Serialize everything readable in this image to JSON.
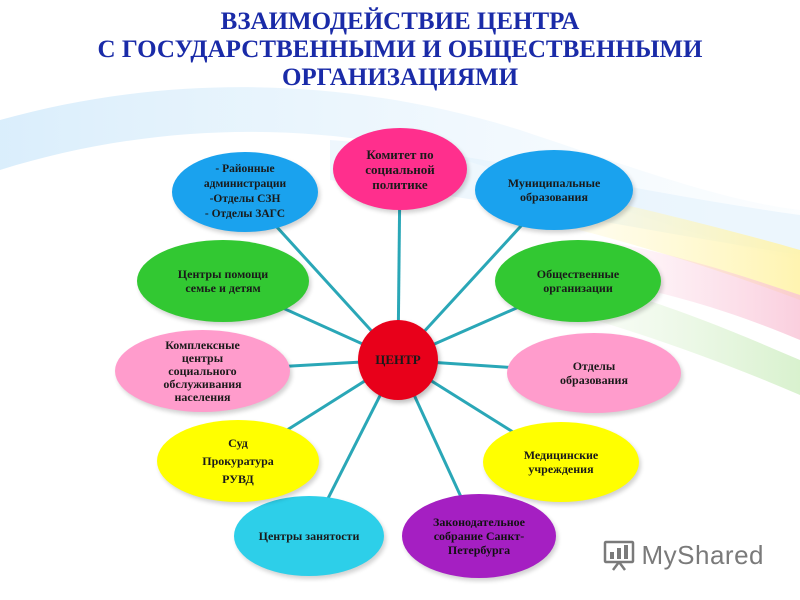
{
  "title": {
    "lines": [
      "ВЗАИМОДЕЙСТВИЕ ЦЕНТРА",
      "С ГОСУДАРСТВЕННЫМИ И ОБЩЕСТВЕННЫМИ",
      "ОРГАНИЗАЦИЯМИ"
    ]
  },
  "center": {
    "label": "ЦЕНТР",
    "color": "#e8001a"
  },
  "nodes": [
    {
      "lines": [
        "Комитет по",
        "социальной",
        "политике"
      ],
      "color": "#ff2f8d"
    },
    {
      "lines": [
        "Муниципальные",
        "образования"
      ],
      "color": "#1aa2ee"
    },
    {
      "lines": [
        "Общественные",
        "организации"
      ],
      "color": "#32c832"
    },
    {
      "lines": [
        "Отделы",
        "образования"
      ],
      "color": "#ff9ccc"
    },
    {
      "lines": [
        "Медицинские",
        "учреждения"
      ],
      "color": "#ffff00"
    },
    {
      "lines": [
        "Законодательное",
        "собрание Санкт-",
        "Петербурга"
      ],
      "color": "#a51fc2"
    },
    {
      "lines": [
        "Центры занятости"
      ],
      "color": "#2dcfe9"
    },
    {
      "lines": [
        "Суд",
        "Прокуратура",
        "РУВД"
      ],
      "color": "#ffff00"
    },
    {
      "lines": [
        "Комплексные",
        "центры",
        "социального",
        "обслуживания",
        "населения"
      ],
      "color": "#ff9ccc"
    },
    {
      "lines": [
        "Центры помощи",
        "семье и детям"
      ],
      "color": "#32c832"
    },
    {
      "lines": [
        "- Районные",
        "администрации",
        "-Отделы СЗН",
        "- Отделы ЗАГС"
      ],
      "color": "#1aa2ee"
    }
  ],
  "connector_color": "#2aa7b7",
  "watermark": {
    "text": "MyShared"
  }
}
